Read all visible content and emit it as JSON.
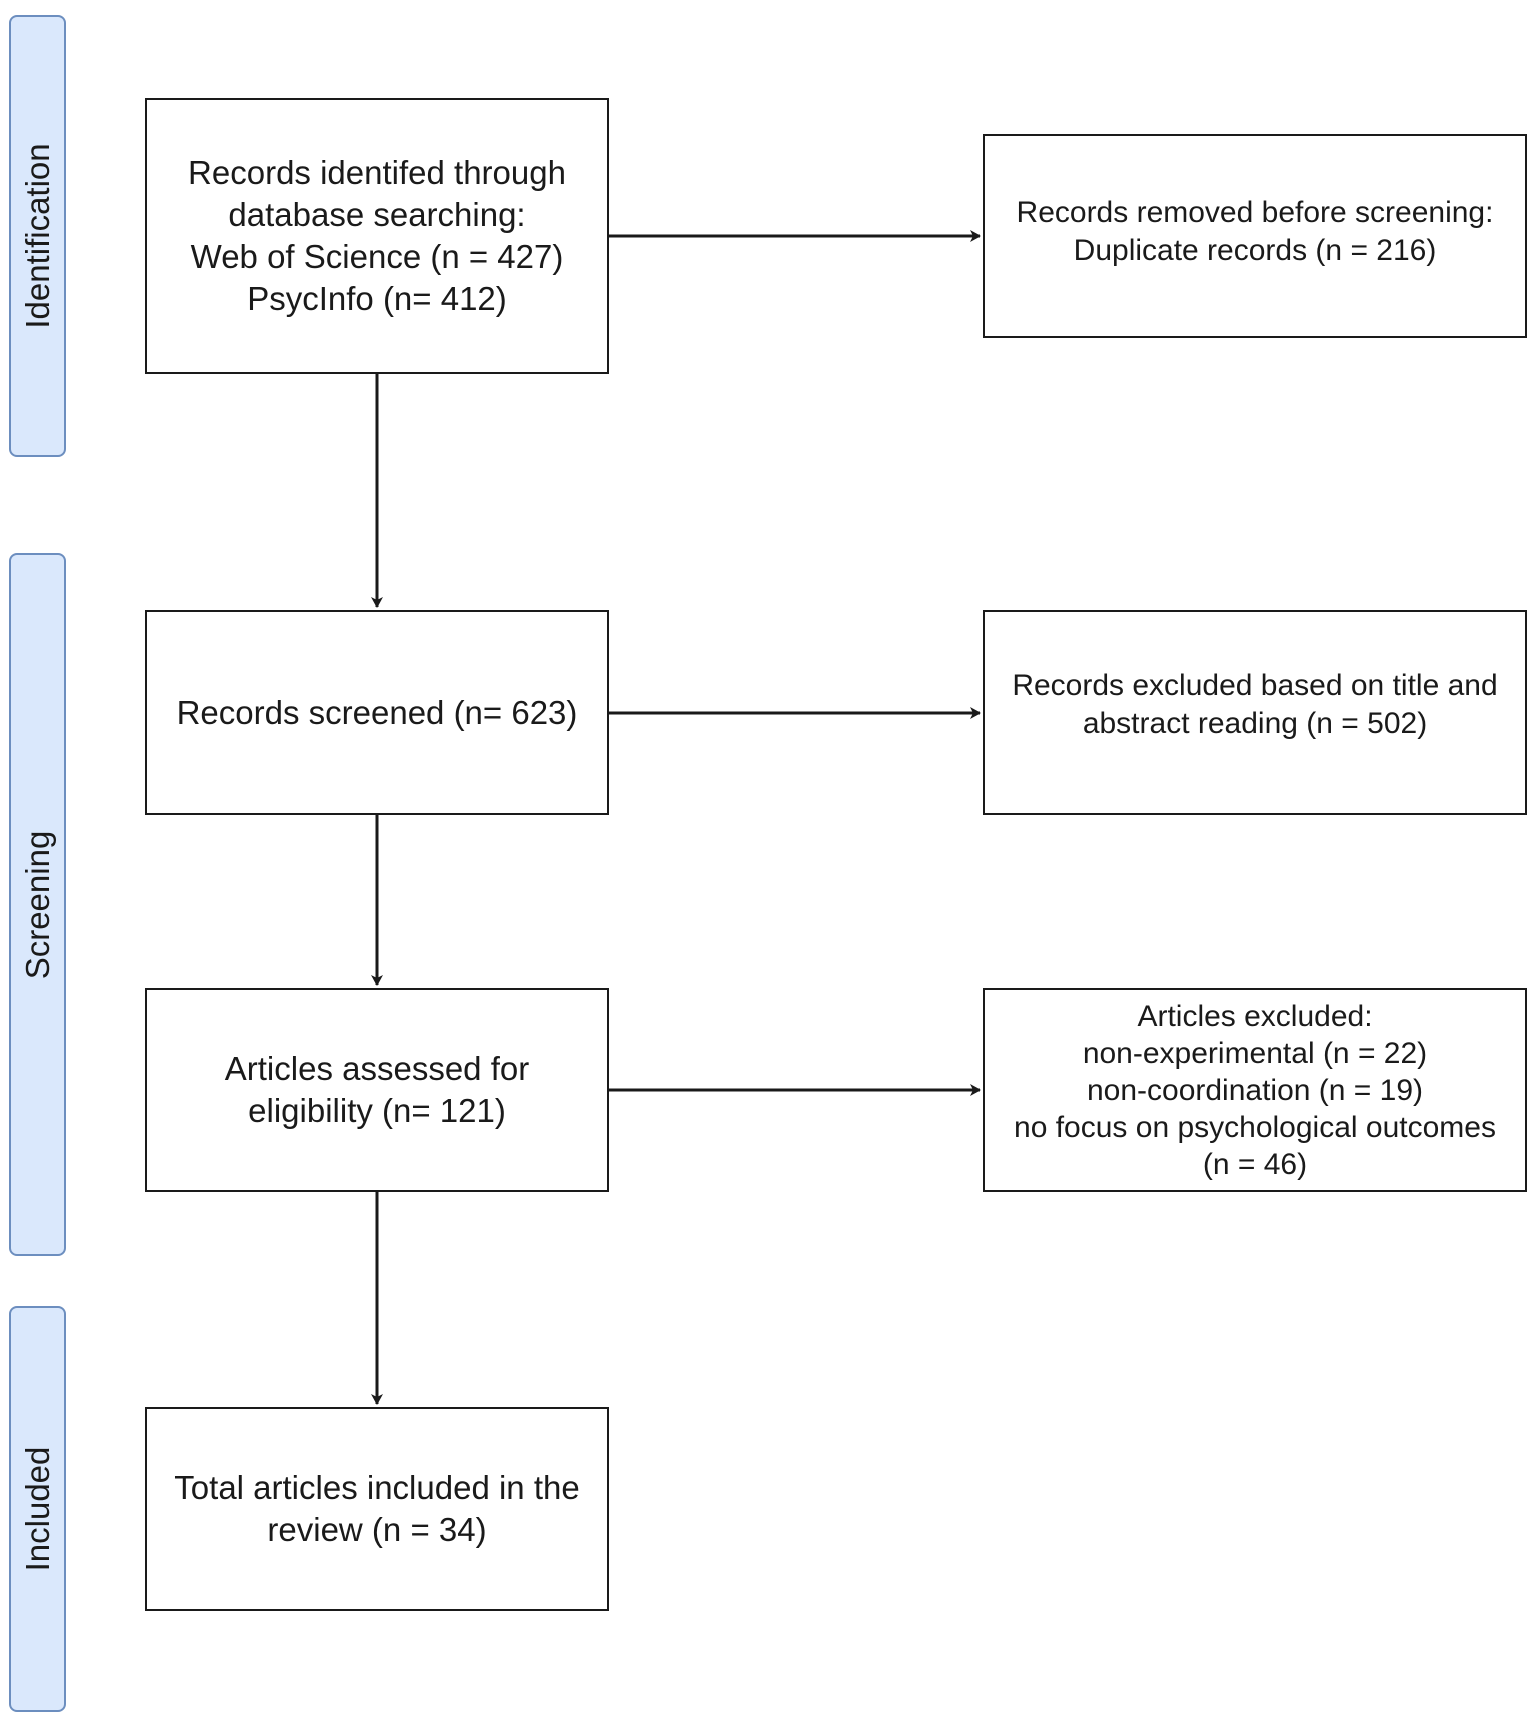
{
  "phases": {
    "identification": "Identification",
    "screening": "Screening",
    "included": "Included"
  },
  "boxes": {
    "identified": [
      "Records identifed through",
      "database searching:",
      "Web of Science (n = 427)",
      "PsycInfo (n= 412)"
    ],
    "removed": [
      "Records removed before screening:",
      "Duplicate records (n = 216)"
    ],
    "screened": [
      "Records screened (n= 623)"
    ],
    "excluded_title": [
      "Records excluded based on title and",
      "abstract reading (n = 502)"
    ],
    "assessed": [
      "Articles assessed for",
      "eligibility (n= 121)"
    ],
    "excluded_articles": [
      "Articles excluded:",
      "non-experimental (n = 22)",
      "non-coordination (n = 19)",
      "no focus on psychological outcomes",
      "(n = 46)"
    ],
    "included": [
      "Total articles included in the",
      "review (n = 34)"
    ]
  },
  "colors": {
    "phase_fill": "#dae8fc",
    "phase_border": "#6c8ebf",
    "line": "#1a1a1a"
  }
}
